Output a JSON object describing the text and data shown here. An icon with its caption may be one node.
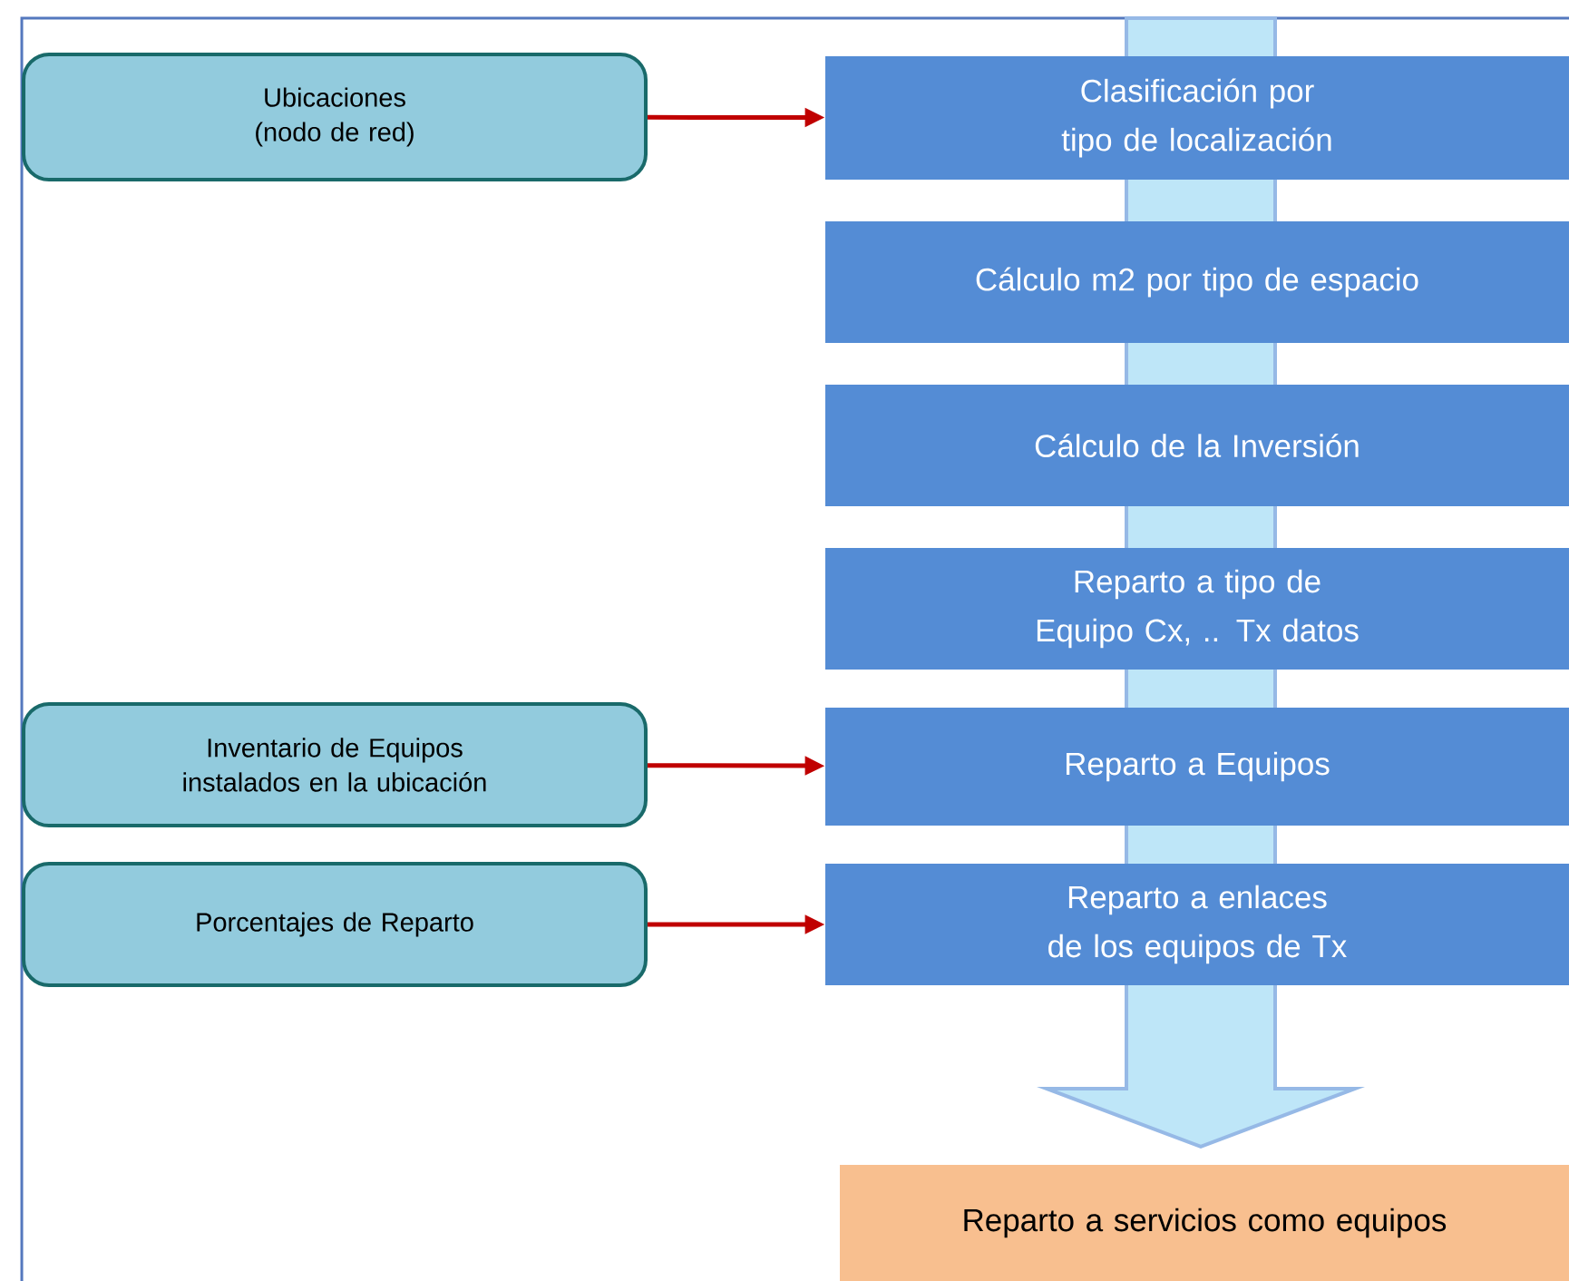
{
  "diagram": {
    "nodes": [
      {
        "text": [
          "Ubicaciones (nodo de red)"
        ]
      },
      {
        "text": [
          "Clasificación por tipo de localización"
        ]
      },
      {
        "text": [
          "Cálculo m2 por tipo de espacio"
        ]
      },
      {
        "text": [
          "Cálculo de la Inversión"
        ]
      },
      {
        "text": [
          "Reparto a tipo de Equipo Cx, .. Tx datos"
        ]
      },
      {
        "text": [
          "Inventario de Equipos instalados en la ubicación"
        ]
      },
      {
        "text": [
          "Reparto a Equipos"
        ]
      },
      {
        "text": [
          "Porcentajes de Reparto"
        ]
      },
      {
        "text": [
          "Reparto a enlaces de los equipos de Tx"
        ]
      },
      {
        "text": [
          "Reparto a servicios como equipos"
        ]
      }
    ],
    "edges": [
      {
        "from": 0,
        "to": 1,
        "arrow": "to"
      },
      {
        "from": 5,
        "to": 6,
        "arrow": "to"
      },
      {
        "from": 7,
        "to": 8,
        "arrow": "to"
      }
    ]
  }
}
